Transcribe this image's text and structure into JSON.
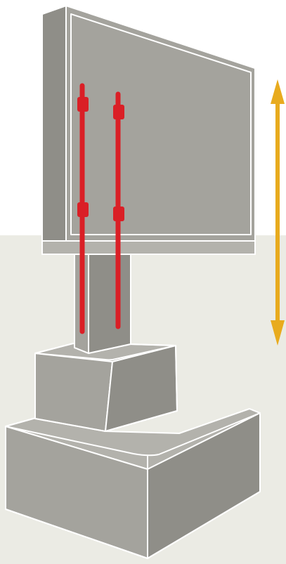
{
  "diagram": {
    "subject": "motorized-height-adjustable-display-stand",
    "colors": {
      "background_top": "#ffffff",
      "background_bottom": "#ebebe4",
      "body_face": "#a4a39d",
      "body_dark": "#8f8e88",
      "body_light": "#b3b2ac",
      "outline": "#ffffff",
      "rail": "#da1f26",
      "arrow": "#e8ab1e"
    },
    "parts": [
      "display-panel",
      "column",
      "upper-base",
      "lower-base",
      "rails",
      "height-arrow"
    ],
    "arrow_direction": "vertical-both-ways"
  }
}
